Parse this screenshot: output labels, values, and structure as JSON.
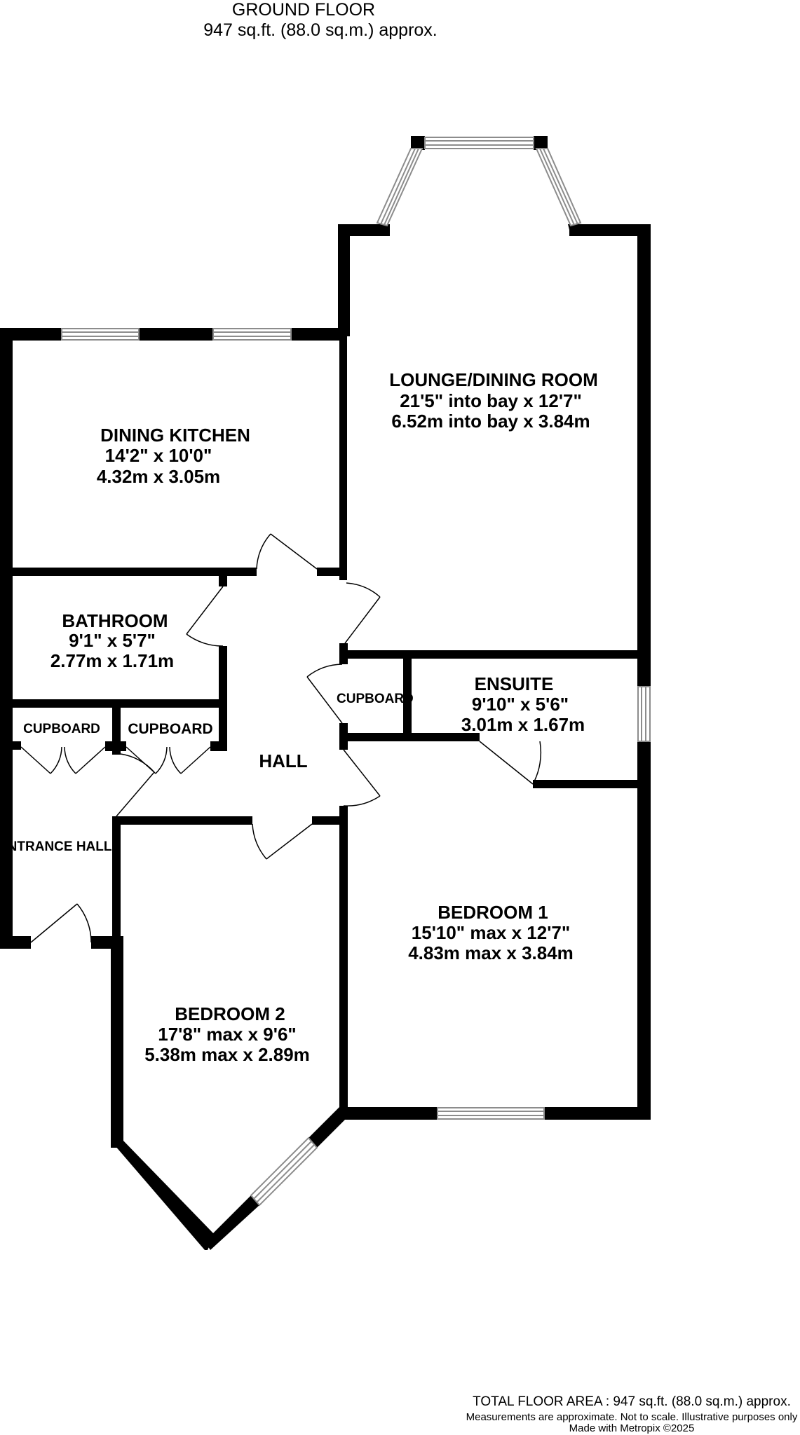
{
  "header": {
    "floor_name": "GROUND FLOOR",
    "floor_area": "947 sq.ft. (88.0 sq.m.) approx."
  },
  "rooms": {
    "lounge": {
      "name": "LOUNGE/DINING ROOM",
      "imperial": "21'5\" into bay x 12'7\"",
      "metric": "6.52m into bay x 3.84m"
    },
    "kitchen": {
      "name": "DINING KITCHEN",
      "imperial": "14'2\"  x 10'0\"",
      "metric": "4.32m  x 3.05m"
    },
    "bathroom": {
      "name": "BATHROOM",
      "imperial": "9'1\"  x 5'7\"",
      "metric": "2.77m  x 1.71m"
    },
    "ensuite": {
      "name": "ENSUITE",
      "imperial": "9'10\"  x 5'6\"",
      "metric": "3.01m  x 1.67m"
    },
    "bedroom1": {
      "name": "BEDROOM 1",
      "imperial": "15'10\" max x 12'7\"",
      "metric": "4.83m max x 3.84m"
    },
    "bedroom2": {
      "name": "BEDROOM 2",
      "imperial": "17'8\" max x 9'6\"",
      "metric": "5.38m max x 2.89m"
    },
    "hall": {
      "name": "HALL"
    },
    "entrance_hall": {
      "name": "ENTRANCE HALL"
    },
    "cupboard_left": {
      "name": "CUPBOARD"
    },
    "cupboard_mid": {
      "name": "CUPBOARD"
    },
    "cupboard_right": {
      "name": "CUPBOARD"
    }
  },
  "footer": {
    "total_area": "TOTAL FLOOR AREA : 947 sq.ft. (88.0 sq.m.) approx.",
    "disclaimer": "Measurements are approximate.  Not to scale.  Illustrative purposes only",
    "credit": "Made with Metropix ©2025"
  },
  "colors": {
    "wall": "#000000",
    "window_frame": "#8c8c8c",
    "window_glass": "#ffffff",
    "background": "#ffffff"
  }
}
